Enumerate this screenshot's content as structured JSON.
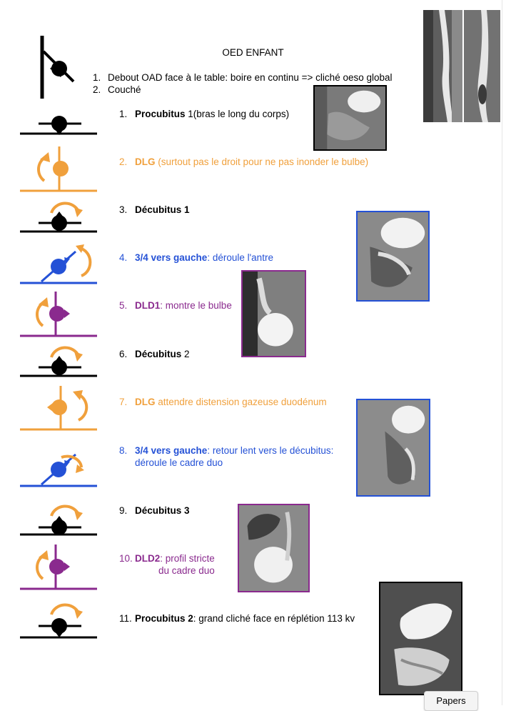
{
  "title": "OED ENFANT",
  "intro": [
    {
      "num": "1.",
      "text": "Debout OAD face à le table: boire en continu => cliché oeso global"
    },
    {
      "num": "2.",
      "text": "Couché"
    }
  ],
  "steps": [
    {
      "num": "1.",
      "bold": "Procubitus",
      "rest": " 1(bras le long du corps)"
    },
    {
      "num": "2.",
      "bold": "DLG",
      "rest": " (surtout pas le droit pour ne pas inonder le bulbe)"
    },
    {
      "num": "3.",
      "bold": "Décubitus 1",
      "rest": ""
    },
    {
      "num": "4.",
      "bold": "3/4 vers gauche",
      "rest": ": déroule l'antre"
    },
    {
      "num": "5.",
      "bold": "DLD1",
      "rest": ": montre le bulbe"
    },
    {
      "num": "6.",
      "bold": "Décubitus",
      "rest": " 2"
    },
    {
      "num": "7.",
      "bold": "DLG",
      "rest": " attendre distension gazeuse duodénum"
    },
    {
      "num": "8.",
      "bold": "3/4 vers gauche",
      "rest": ": retour lent vers le décubitus:",
      "line2": "déroule le cadre duo"
    },
    {
      "num": "9.",
      "bold": "Décubitus 3",
      "rest": ""
    },
    {
      "num": "10.",
      "bold": "DLD2",
      "rest": ": profil stricte",
      "line2": "du cadre duo"
    },
    {
      "num": "11.",
      "bold": "Procubitus 2",
      "rest": ": grand cliché face en réplétion 113 kv"
    }
  ],
  "colors": {
    "black": "#000000",
    "orange": "#f0a03c",
    "blue": "#2451d6",
    "purple": "#8a2a8e"
  },
  "papers_button": "Papers"
}
